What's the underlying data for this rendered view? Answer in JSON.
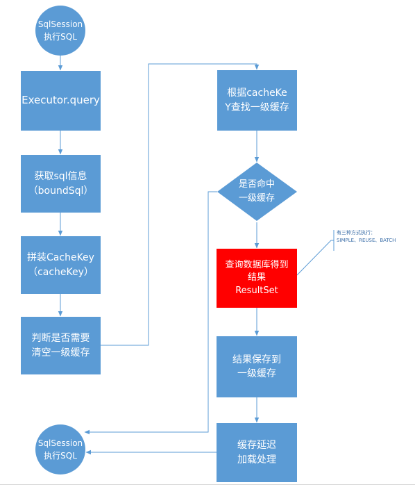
{
  "start_node": {
    "line1": "SqlSession",
    "line2": "执行SQL"
  },
  "end_node": {
    "line1": "SqlSession",
    "line2": "执行SQL"
  },
  "executor_query": {
    "label": "Executor.query"
  },
  "get_sql_info": {
    "line1": "获取sql信息",
    "line2": "（boundSql）"
  },
  "build_cache_key": {
    "line1": "拼装CacheKey",
    "line2": "（cacheKey）"
  },
  "check_clear_cache": {
    "line1": "判断是否需要",
    "line2": "清空一级缓存"
  },
  "lookup_cache": {
    "line1": "根据cacheKe",
    "line2": "Y查找一级缓存"
  },
  "hit_cache_decision": {
    "line1": "是否命中",
    "line2": "一级缓存"
  },
  "query_db": {
    "line1": "查询数据库得到",
    "line2": "结果",
    "line3": "ResultSet"
  },
  "save_cache": {
    "line1": "结果保存到",
    "line2": "一级缓存"
  },
  "lazy_load": {
    "line1": "缓存延迟",
    "line2": "加载处理"
  },
  "execution_note": {
    "line1": "有三种方式执行：",
    "line2": "SIMPLE、REUSE、BATCH"
  },
  "colors": {
    "node_fill": "#5b9bd5",
    "highlight_fill": "#ff0000",
    "connector": "#5b9bd5",
    "text": "#ffffff"
  }
}
